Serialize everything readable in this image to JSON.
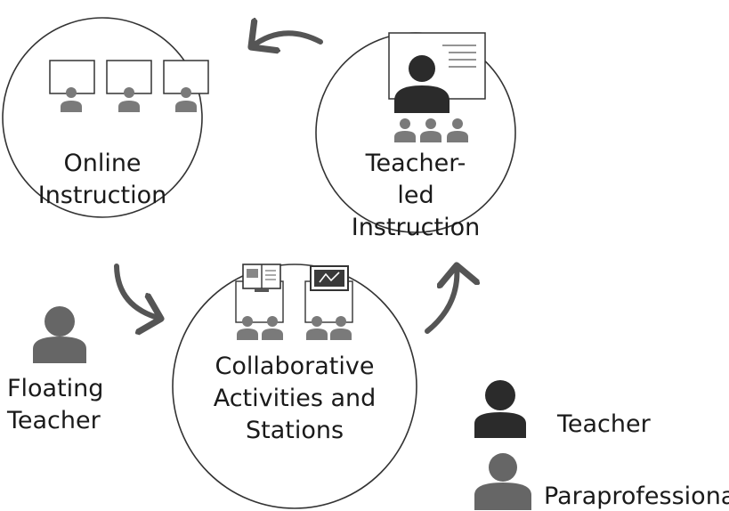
{
  "stations": {
    "online": {
      "line1": "Online",
      "line2": "Instruction"
    },
    "teacher_led": {
      "line1": "Teacher-led",
      "line2": "Instruction"
    },
    "collaborative": {
      "line1": "Collaborative",
      "line2": "Activities and",
      "line3": "Stations"
    }
  },
  "floating_teacher": {
    "line1": "Floating",
    "line2": "Teacher"
  },
  "legend": {
    "teacher": "Teacher",
    "paraprofessional": "Paraprofessional"
  },
  "icons": {
    "teacher": "person-icon",
    "paraprofessional": "person-icon",
    "student": "person-icon",
    "computer": "monitor-icon",
    "whiteboard": "whiteboard-icon",
    "book": "book-icon",
    "tablet": "tablet-icon",
    "arrow": "curved-arrow-icon"
  },
  "colors": {
    "teacher": "#2b2b2b",
    "paraprofessional": "#666666",
    "student": "#7a7a7a",
    "outline": "#444444",
    "arrow": "#555555"
  }
}
